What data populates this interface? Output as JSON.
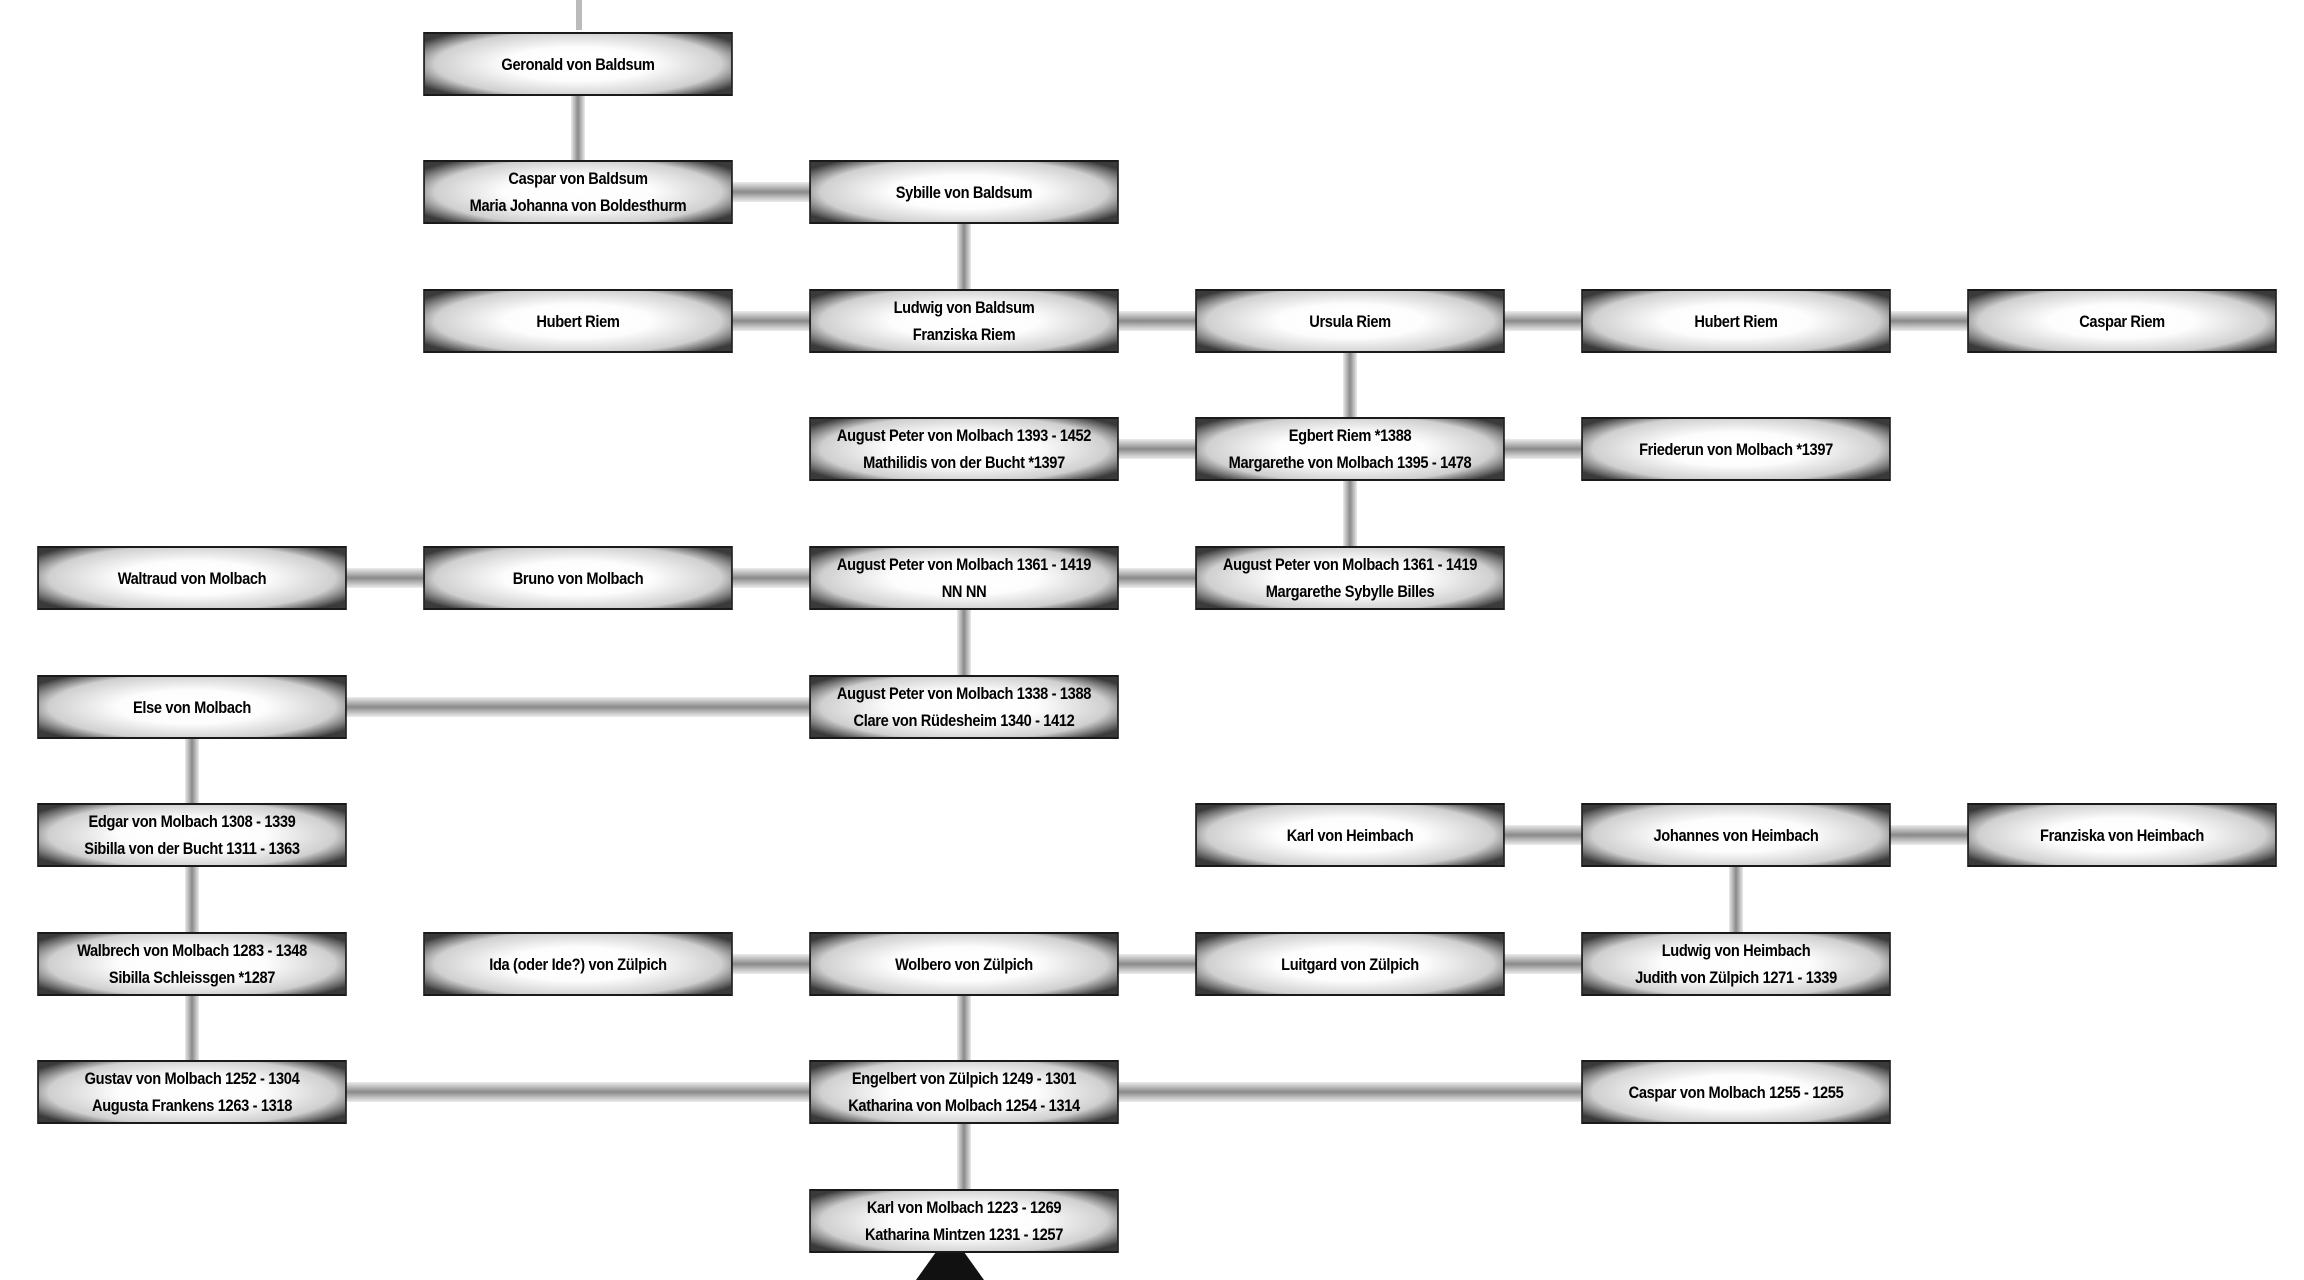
{
  "tree": {
    "nodes": [
      {
        "id": "geronald",
        "lines": [
          "Geronald von Baldsum"
        ]
      },
      {
        "id": "caspar-baldsum",
        "lines": [
          "Caspar von Baldsum",
          "Maria Johanna von Boldesthurm"
        ]
      },
      {
        "id": "sybille",
        "lines": [
          "Sybille von Baldsum"
        ]
      },
      {
        "id": "hubert-riem-left",
        "lines": [
          "Hubert Riem"
        ]
      },
      {
        "id": "ludwig-baldsum",
        "lines": [
          "Ludwig von Baldsum",
          "Franziska Riem"
        ]
      },
      {
        "id": "ursula-riem",
        "lines": [
          "Ursula Riem"
        ]
      },
      {
        "id": "hubert-riem-right",
        "lines": [
          "Hubert Riem"
        ]
      },
      {
        "id": "caspar-riem",
        "lines": [
          "Caspar Riem"
        ]
      },
      {
        "id": "august-peter-1393",
        "lines": [
          "August Peter von Molbach 1393 - 1452",
          "Mathilidis von der Bucht *1397"
        ]
      },
      {
        "id": "egbert-riem",
        "lines": [
          "Egbert Riem *1388",
          "Margarethe von Molbach 1395 - 1478"
        ]
      },
      {
        "id": "friederun",
        "lines": [
          "Friederun von Molbach *1397"
        ]
      },
      {
        "id": "waltraud",
        "lines": [
          "Waltraud von Molbach"
        ]
      },
      {
        "id": "bruno",
        "lines": [
          "Bruno von Molbach"
        ]
      },
      {
        "id": "august-peter-1361-nn",
        "lines": [
          "August Peter von Molbach 1361 - 1419",
          "NN NN"
        ]
      },
      {
        "id": "august-peter-1361-billes",
        "lines": [
          "August Peter von Molbach 1361 - 1419",
          "Margarethe Sybylle Billes"
        ]
      },
      {
        "id": "else",
        "lines": [
          "Else von Molbach"
        ]
      },
      {
        "id": "august-peter-1338",
        "lines": [
          "August Peter von Molbach 1338 - 1388",
          "Clare von Rüdesheim 1340 - 1412"
        ]
      },
      {
        "id": "edgar",
        "lines": [
          "Edgar von Molbach 1308 - 1339",
          "Sibilla von der Bucht 1311 - 1363"
        ]
      },
      {
        "id": "karl-heimbach",
        "lines": [
          "Karl von Heimbach"
        ]
      },
      {
        "id": "johannes-heimbach",
        "lines": [
          "Johannes von Heimbach"
        ]
      },
      {
        "id": "franziska-heimbach",
        "lines": [
          "Franziska von Heimbach"
        ]
      },
      {
        "id": "walbrech",
        "lines": [
          "Walbrech von Molbach 1283 - 1348",
          "Sibilla Schleissgen *1287"
        ]
      },
      {
        "id": "ida",
        "lines": [
          "Ida (oder Ide?) von Zülpich"
        ]
      },
      {
        "id": "wolbero",
        "lines": [
          "Wolbero von Zülpich"
        ]
      },
      {
        "id": "luitgard",
        "lines": [
          "Luitgard von Zülpich"
        ]
      },
      {
        "id": "ludwig-heimbach",
        "lines": [
          "Ludwig von Heimbach",
          "Judith von Zülpich 1271 - 1339"
        ]
      },
      {
        "id": "gustav",
        "lines": [
          "Gustav von Molbach 1252 - 1304",
          "Augusta Frankens 1263 - 1318"
        ]
      },
      {
        "id": "engelbert",
        "lines": [
          "Engelbert von Zülpich 1249 - 1301",
          "Katharina von Molbach 1254 - 1314"
        ]
      },
      {
        "id": "caspar-molbach",
        "lines": [
          "Caspar von Molbach 1255 - 1255"
        ]
      },
      {
        "id": "karl-molbach",
        "lines": [
          "Karl von Molbach 1223 - 1269",
          "Katharina Mintzen 1231 - 1257"
        ]
      }
    ],
    "links": [
      [
        "geronald",
        "caspar-baldsum"
      ],
      [
        "caspar-baldsum",
        "sybille"
      ],
      [
        "sybille",
        "ludwig-baldsum"
      ],
      [
        "hubert-riem-left",
        "ludwig-baldsum"
      ],
      [
        "ludwig-baldsum",
        "ursula-riem"
      ],
      [
        "ursula-riem",
        "hubert-riem-right"
      ],
      [
        "hubert-riem-right",
        "caspar-riem"
      ],
      [
        "ursula-riem",
        "egbert-riem"
      ],
      [
        "august-peter-1393",
        "egbert-riem"
      ],
      [
        "egbert-riem",
        "friederun"
      ],
      [
        "egbert-riem",
        "august-peter-1361-billes"
      ],
      [
        "waltraud",
        "bruno"
      ],
      [
        "bruno",
        "august-peter-1361-nn"
      ],
      [
        "august-peter-1361-nn",
        "august-peter-1361-billes"
      ],
      [
        "august-peter-1361-nn",
        "august-peter-1338"
      ],
      [
        "else",
        "august-peter-1338"
      ],
      [
        "else",
        "edgar"
      ],
      [
        "edgar",
        "walbrech"
      ],
      [
        "karl-heimbach",
        "johannes-heimbach"
      ],
      [
        "johannes-heimbach",
        "franziska-heimbach"
      ],
      [
        "johannes-heimbach",
        "ludwig-heimbach"
      ],
      [
        "walbrech",
        "gustav"
      ],
      [
        "ida",
        "wolbero"
      ],
      [
        "wolbero",
        "luitgard"
      ],
      [
        "luitgard",
        "ludwig-heimbach"
      ],
      [
        "wolbero",
        "engelbert"
      ],
      [
        "gustav",
        "engelbert"
      ],
      [
        "engelbert",
        "caspar-molbach"
      ],
      [
        "engelbert",
        "karl-molbach"
      ]
    ]
  }
}
